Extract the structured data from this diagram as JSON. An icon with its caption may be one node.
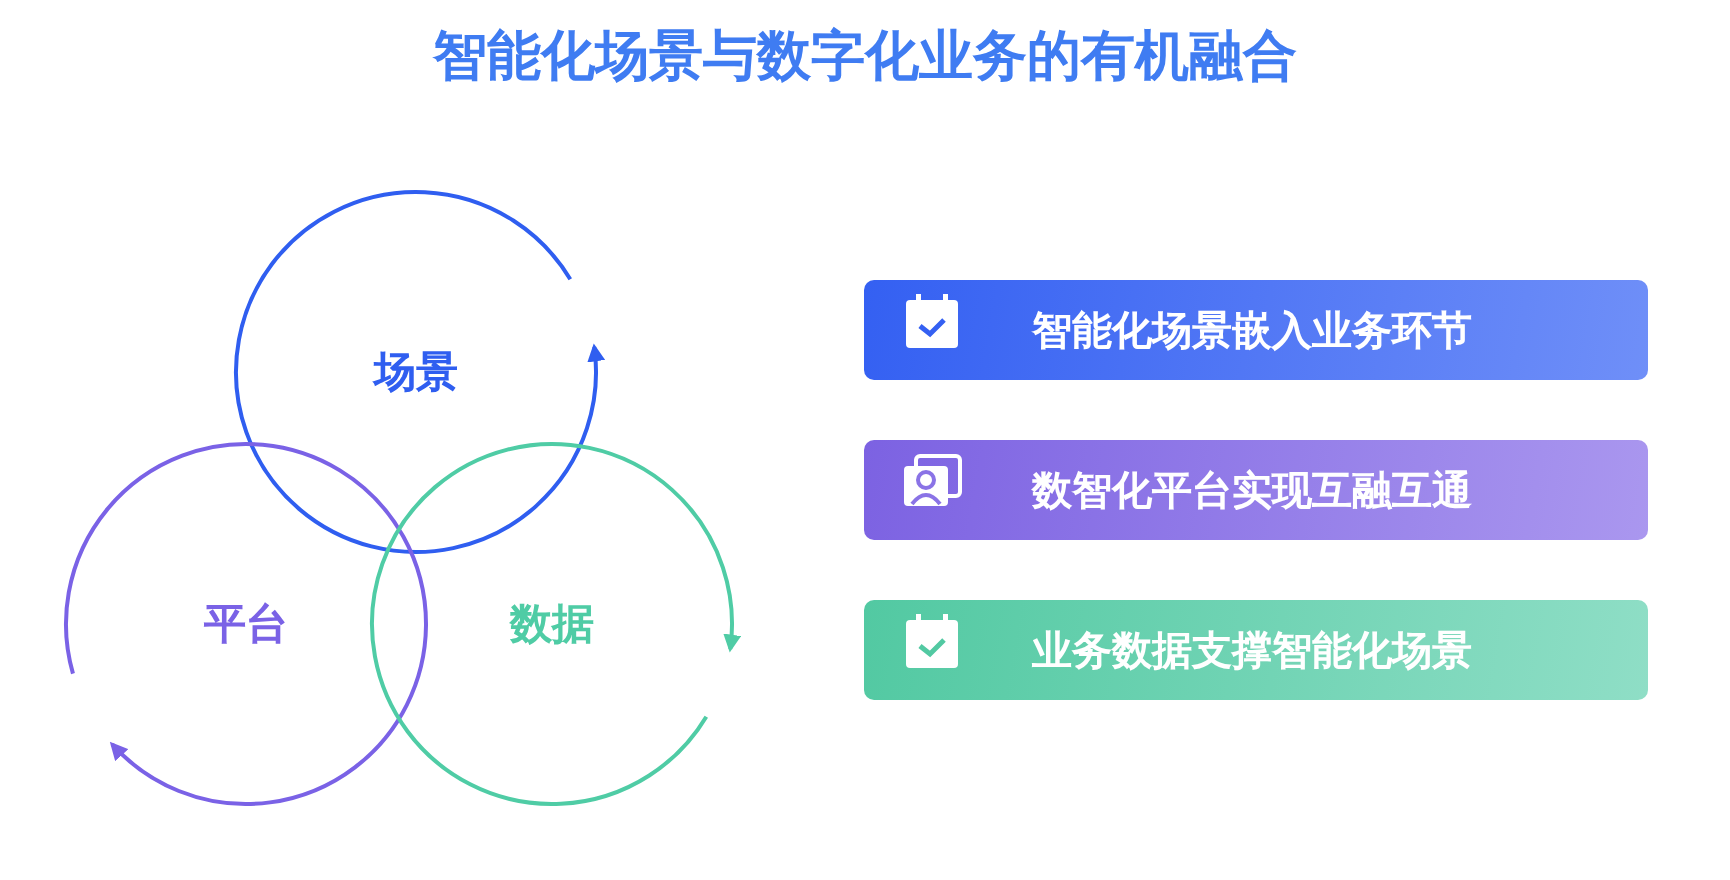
{
  "diagram": {
    "title": "智能化场景与数字化业务的有机融合",
    "nodes": [
      {
        "text": [
          "场景"
        ]
      },
      {
        "text": [
          "平台"
        ]
      },
      {
        "text": [
          "数据"
        ]
      },
      {
        "text": [
          "智能化场景嵌入业务环节"
        ]
      },
      {
        "text": [
          "数智化平台实现互融互通"
        ]
      },
      {
        "text": [
          "业务数据支撑智能化场景"
        ]
      }
    ]
  }
}
